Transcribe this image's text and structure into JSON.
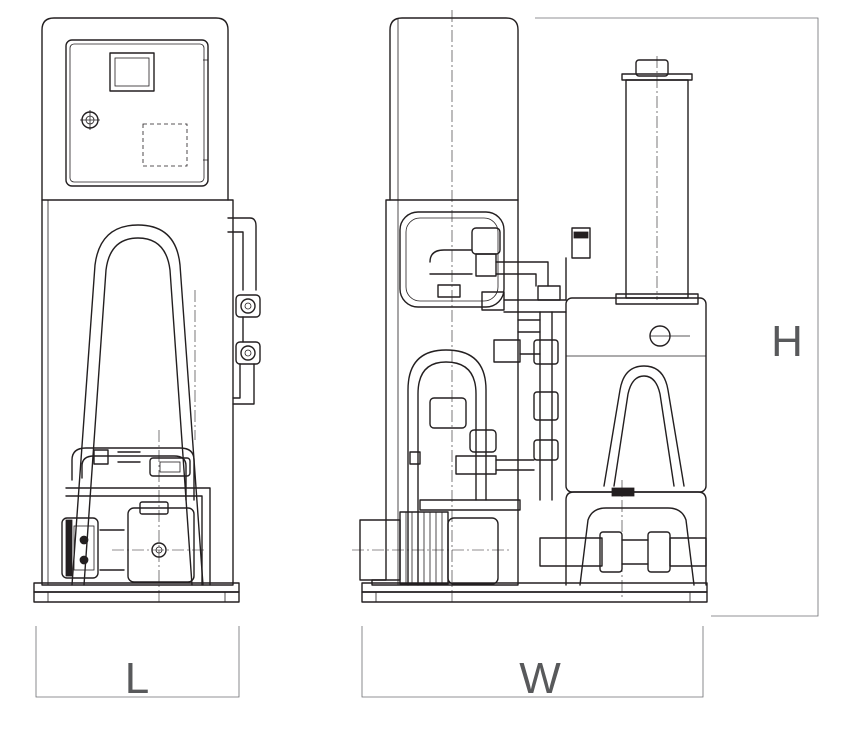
{
  "labels": {
    "length": "L",
    "width": "W",
    "height": "H"
  },
  "colors": {
    "line": "#231f20",
    "dimension": "#6d6e71",
    "label": "#58595b"
  }
}
